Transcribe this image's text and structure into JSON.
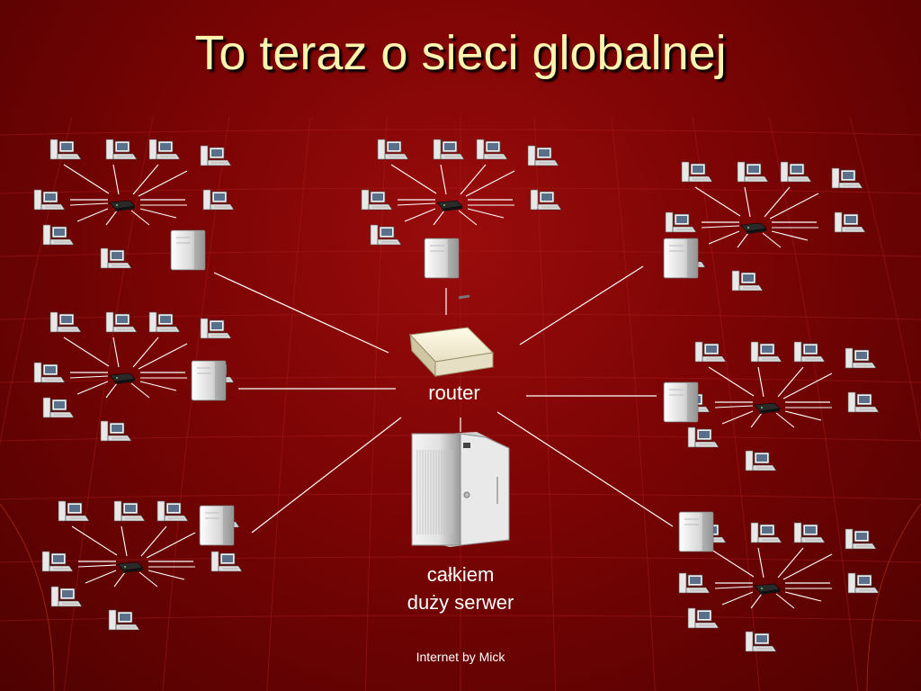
{
  "slide": {
    "title": "To teraz o sieci globalnej",
    "footer": "Internet by Mick"
  },
  "center": {
    "router_label": "router",
    "server_label_line1": "całkiem",
    "server_label_line2": "duży serwer"
  },
  "networks": [
    {
      "id": "lan-top-left",
      "workstations": 8
    },
    {
      "id": "lan-top-center",
      "workstations": 8
    },
    {
      "id": "lan-top-right",
      "workstations": 8
    },
    {
      "id": "lan-middle-left",
      "workstations": 8
    },
    {
      "id": "lan-middle-right",
      "workstations": 8
    },
    {
      "id": "lan-bottom-left",
      "workstations": 8
    },
    {
      "id": "lan-bottom-right",
      "workstations": 8
    }
  ],
  "colors": {
    "background": "#7a0404",
    "title": "#fff3b0",
    "lines": "#ffffff"
  },
  "icons": {
    "workstation": "computer-icon",
    "hub": "hub-icon",
    "lan_server": "server-icon",
    "router": "router-icon",
    "main_server": "server-icon"
  }
}
